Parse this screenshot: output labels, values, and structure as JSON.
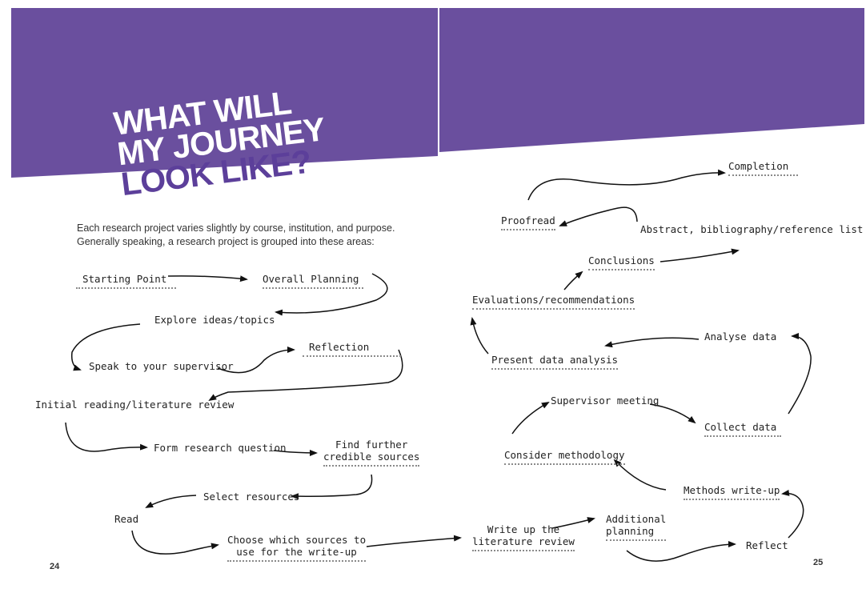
{
  "header": {
    "title_lines": [
      "WHAT WILL",
      "MY JOURNEY",
      "LOOK LIKE?"
    ],
    "band_color": "#6a4f9e"
  },
  "intro": {
    "line1": "Each research project varies slightly by course, institution, and purpose.",
    "line2": "Generally speaking, a research project is grouped into these areas:"
  },
  "steps": {
    "starting_point": "Starting Point",
    "overall_planning": "Overall Planning",
    "explore_ideas": "Explore ideas/topics",
    "speak_supervisor": "Speak to your supervisor",
    "reflection": "Reflection",
    "initial_reading": "Initial reading/literature review",
    "form_question": "Form research question",
    "find_sources_1": "Find further",
    "find_sources_2": "credible sources",
    "select_resources": "Select resources",
    "read": "Read",
    "choose_sources_1": "Choose which sources to",
    "choose_sources_2": "use for the write-up",
    "write_up_lit_1": "Write up the",
    "write_up_lit_2": "literature review",
    "additional_planning_1": "Additional",
    "additional_planning_2": "planning",
    "reflect": "Reflect",
    "methods_write_up": "Methods write-up",
    "consider_methodology": "Consider methodology",
    "supervisor_meeting": "Supervisor meeting",
    "collect_data": "Collect data",
    "analyse_data": "Analyse data",
    "present_data": "Present data analysis",
    "evaluations": "Evaluations/recommendations",
    "conclusions": "Conclusions",
    "abstract": "Abstract, bibliography/reference list",
    "proofread": "Proofread",
    "completion": "Completion"
  },
  "pages": {
    "left": "24",
    "right": "25"
  }
}
